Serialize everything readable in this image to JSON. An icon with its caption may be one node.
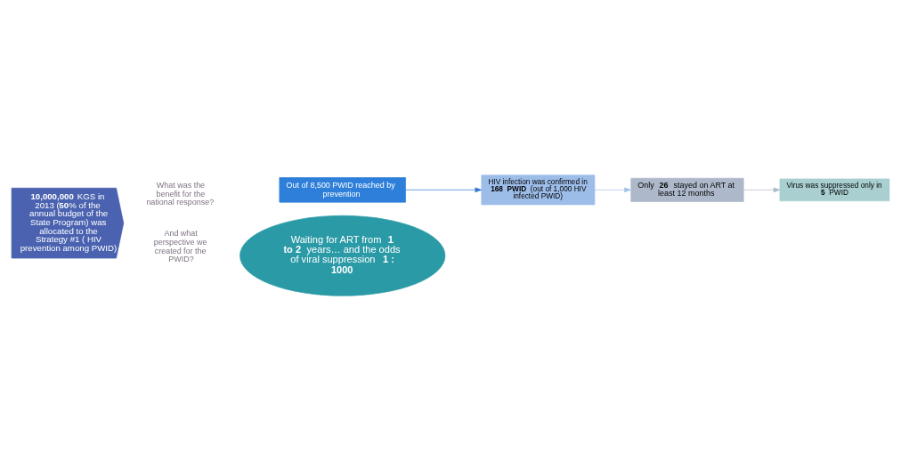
{
  "diagram": {
    "nodes": [
      {
        "text": [
          "**10,000,000** KGS in 2013 (**50**% of the annual budget of the State Program) was allocated to the Strategy #1 ( HIV prevention among PWID)"
        ]
      },
      {
        "text": [
          "Out of 8,500 PWID reached by prevention"
        ]
      },
      {
        "text": [
          "HIV infection was confirmed in **168  PWID** (out of 1,000 HIV infected PWID)"
        ]
      },
      {
        "text": [
          "Only **26** stayed on ART at least 12 months"
        ]
      },
      {
        "text": [
          "Virus was suppressed only in **5** PWID"
        ]
      },
      {
        "text": [
          "Waiting for ART from **1 to 2** years… and the odds of viral suppression **1 : 1000**"
        ]
      }
    ],
    "edges": [
      {
        "from": 1,
        "to": 2,
        "arrow": "to",
        "color": "#2e75d6"
      },
      {
        "from": 2,
        "to": 3,
        "arrow": "to",
        "color": "#9dc3e6"
      },
      {
        "from": 3,
        "to": 4,
        "arrow": "to",
        "color": "#adb9ca"
      }
    ],
    "labels": [
      "What was the benefit for the national response?",
      "And what perspective we created for the PWID?"
    ]
  }
}
